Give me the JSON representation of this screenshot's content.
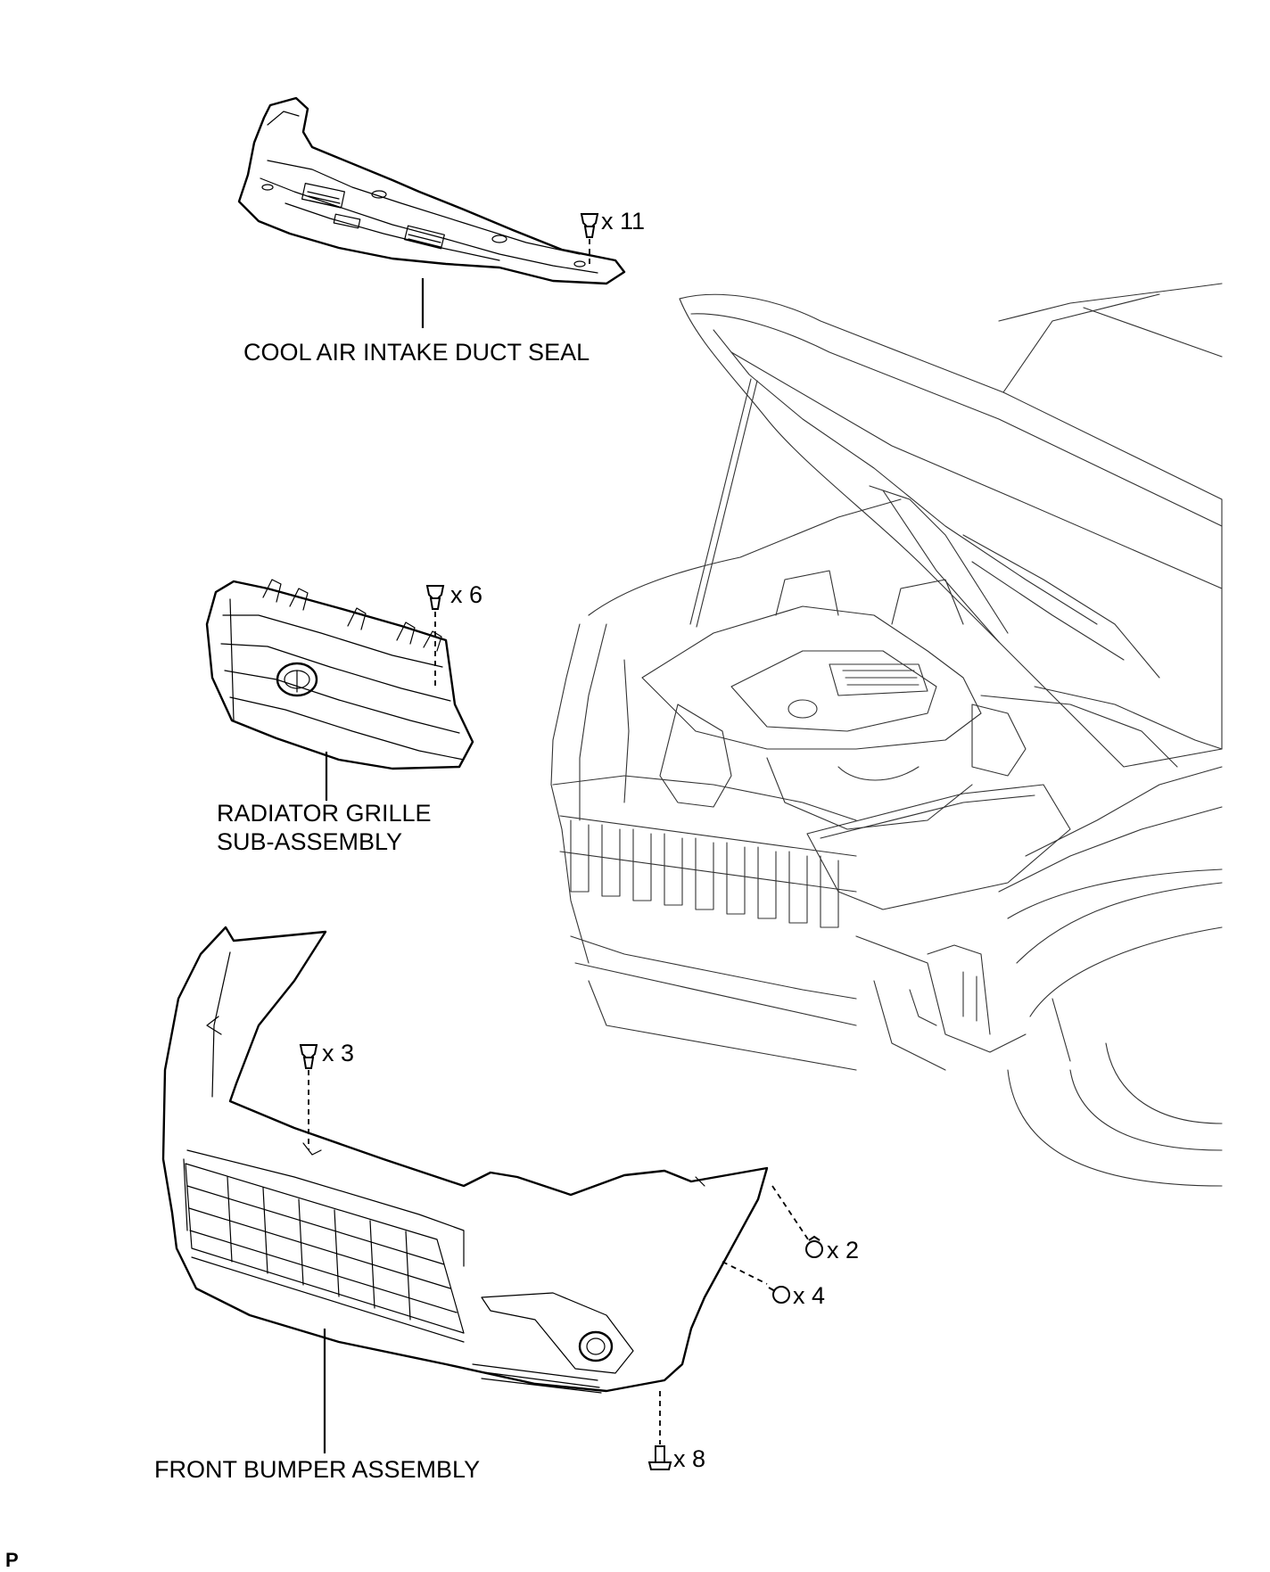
{
  "labels": {
    "cool_air_intake_duct_seal": "COOL AIR INTAKE DUCT SEAL",
    "radiator_grille_line1": "RADIATOR GRILLE",
    "radiator_grille_line2": "SUB-ASSEMBLY",
    "front_bumper_assembly": "FRONT BUMPER ASSEMBLY"
  },
  "fasteners": {
    "duct_seal_clips": "x 11",
    "grille_clips": "x 6",
    "bumper_top_clips": "x 3",
    "bumper_side_screws": "x 2",
    "bumper_side_bolts": "x 4",
    "bumper_bottom_screws": "x 8"
  },
  "figure_code": "P"
}
